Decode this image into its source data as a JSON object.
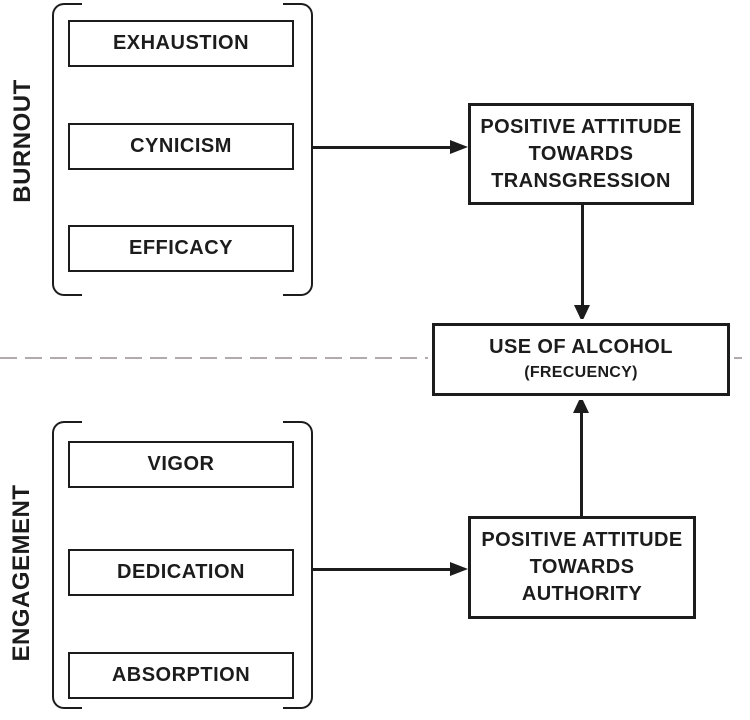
{
  "figure": {
    "background_color": "#ffffff",
    "line_color": "#1c1c1c",
    "dash_color": "#b3abab",
    "groups": [
      {
        "label": "BURNOUT",
        "items": [
          "EXHAUSTION",
          "CYNICISM",
          "EFFICACY"
        ]
      },
      {
        "label": "ENGAGEMENT",
        "items": [
          "VIGOR",
          "DEDICATION",
          "ABSORPTION"
        ]
      }
    ],
    "boxes": {
      "transgression": {
        "lines": [
          "POSITIVE ATTITUDE",
          "TOWARDS",
          "TRANSGRESSION"
        ]
      },
      "alcohol": {
        "title": "USE OF ALCOHOL",
        "subtitle": "(FRECUENCY)"
      },
      "authority": {
        "lines": [
          "POSITIVE ATTITUDE",
          "TOWARDS",
          "AUTHORITY"
        ]
      }
    }
  }
}
